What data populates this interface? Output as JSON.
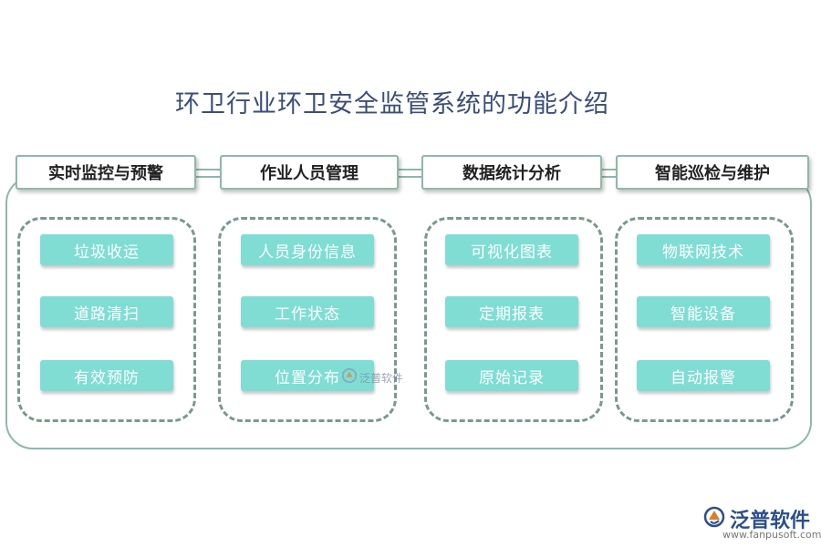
{
  "title": "环卫行业环卫安全监管系统的功能介绍",
  "categories": [
    {
      "header": "实时监控与预警",
      "items": [
        "垃圾收运",
        "道路清扫",
        "有效预防"
      ]
    },
    {
      "header": "作业人员管理",
      "items": [
        "人员身份信息",
        "工作状态",
        "位置分布"
      ]
    },
    {
      "header": "数据统计分析",
      "items": [
        "可视化图表",
        "定期报表",
        "原始记录"
      ]
    },
    {
      "header": "智能巡检与维护",
      "items": [
        "物联网技术",
        "智能设备",
        "自动报警"
      ]
    }
  ],
  "watermark": {
    "text": "泛普软件"
  },
  "brand": {
    "name": "泛普软件",
    "url": "www.fanpusoft.com"
  },
  "colors": {
    "border": "#8fb9a5",
    "item_fill": "#7fddd4",
    "title": "#3b4e78",
    "brand": "#2b4f8c"
  }
}
